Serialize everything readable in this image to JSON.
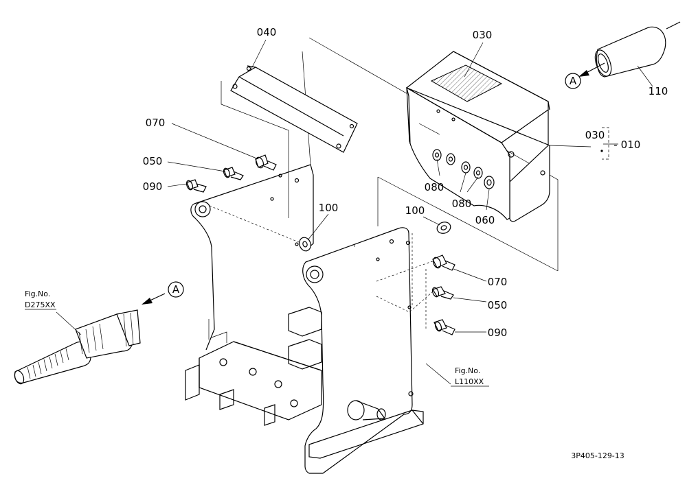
{
  "callouts": {
    "c030_top": "030",
    "c040": "040",
    "c070_left": "070",
    "c050_left": "050",
    "c090_left": "090",
    "c100_left": "100",
    "c100_right": "100",
    "c080_a": "080",
    "c080_b": "080",
    "c060": "060",
    "c070_right": "070",
    "c050_right": "050",
    "c090_right": "090",
    "c110": "110",
    "c030_group": "030",
    "c010": "010"
  },
  "arrows": {
    "a_left": "A",
    "a_right": "A"
  },
  "references": {
    "fig_left_line1": "Fig.No.",
    "fig_left_line2": "D275XX",
    "fig_right_line1": "Fig.No.",
    "fig_right_line2": "L110XX"
  },
  "drawing_code": "3P405-129-13",
  "colors": {
    "line": "#000000",
    "background": "#ffffff"
  }
}
